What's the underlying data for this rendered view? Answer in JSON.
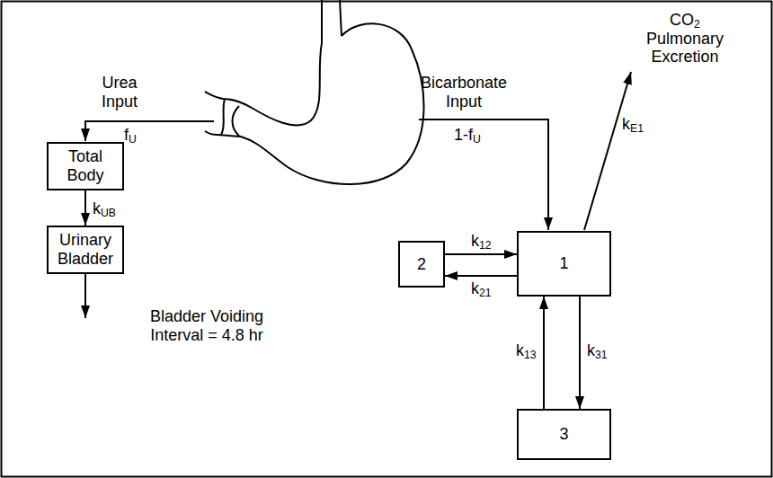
{
  "diagram": {
    "nodes": [
      {
        "text": [
          "Total Body"
        ]
      },
      {
        "text": [
          "Urinary Bladder"
        ]
      },
      {
        "text": [
          "2"
        ]
      },
      {
        "text": [
          "1"
        ]
      },
      {
        "text": [
          "3"
        ]
      }
    ],
    "edges": [
      {
        "from": 0,
        "to": 1,
        "label": "kUB",
        "arrow": "to"
      },
      {
        "from": 2,
        "to": 3,
        "label": "k12",
        "arrow": "to"
      },
      {
        "from": 3,
        "to": 2,
        "label": "k21",
        "arrow": "to"
      },
      {
        "from": 3,
        "to": 4,
        "label": "k31",
        "arrow": "to"
      },
      {
        "from": 4,
        "to": 3,
        "label": "k13",
        "arrow": "to"
      }
    ],
    "labels": [
      "Urea Input",
      "fU",
      "Bicarbonate Input",
      "1-fU",
      "CO2 Pulmonary Excretion",
      "kE1",
      "Bladder Voiding Interval = 4.8 hr"
    ]
  }
}
